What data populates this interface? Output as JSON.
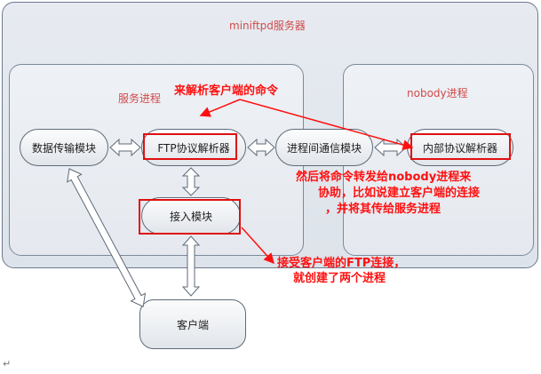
{
  "diagram": {
    "outer_title": "miniftpd服务器",
    "service_title": "服务进程",
    "nobody_title": "nobody进程",
    "nodes": {
      "data_module": "数据传输模块",
      "ftp_parser": "FTP协议解析器",
      "ipc_module": "进程间通信模块",
      "inner_parser": "内部协议解析器",
      "access_module": "接入模块",
      "client": "客户端"
    },
    "notes": {
      "parse_note": "来解析客户端的命令",
      "forward_note_line1": "然后将命令转发给nobody进程来",
      "forward_note_line2": "协助，比如说建立客户端的连接",
      "forward_note_line3": "，并将其传给服务进程",
      "accept_note_line1": "接受客户端的FTP连接，",
      "accept_note_line2": "就创建了两个进程"
    },
    "return_mark": "↵"
  },
  "colors": {
    "annotation": "#ff1010",
    "title_text": "#d04b4b",
    "outline": "#5f6a78",
    "panel_fill": "#e7ebf1"
  }
}
